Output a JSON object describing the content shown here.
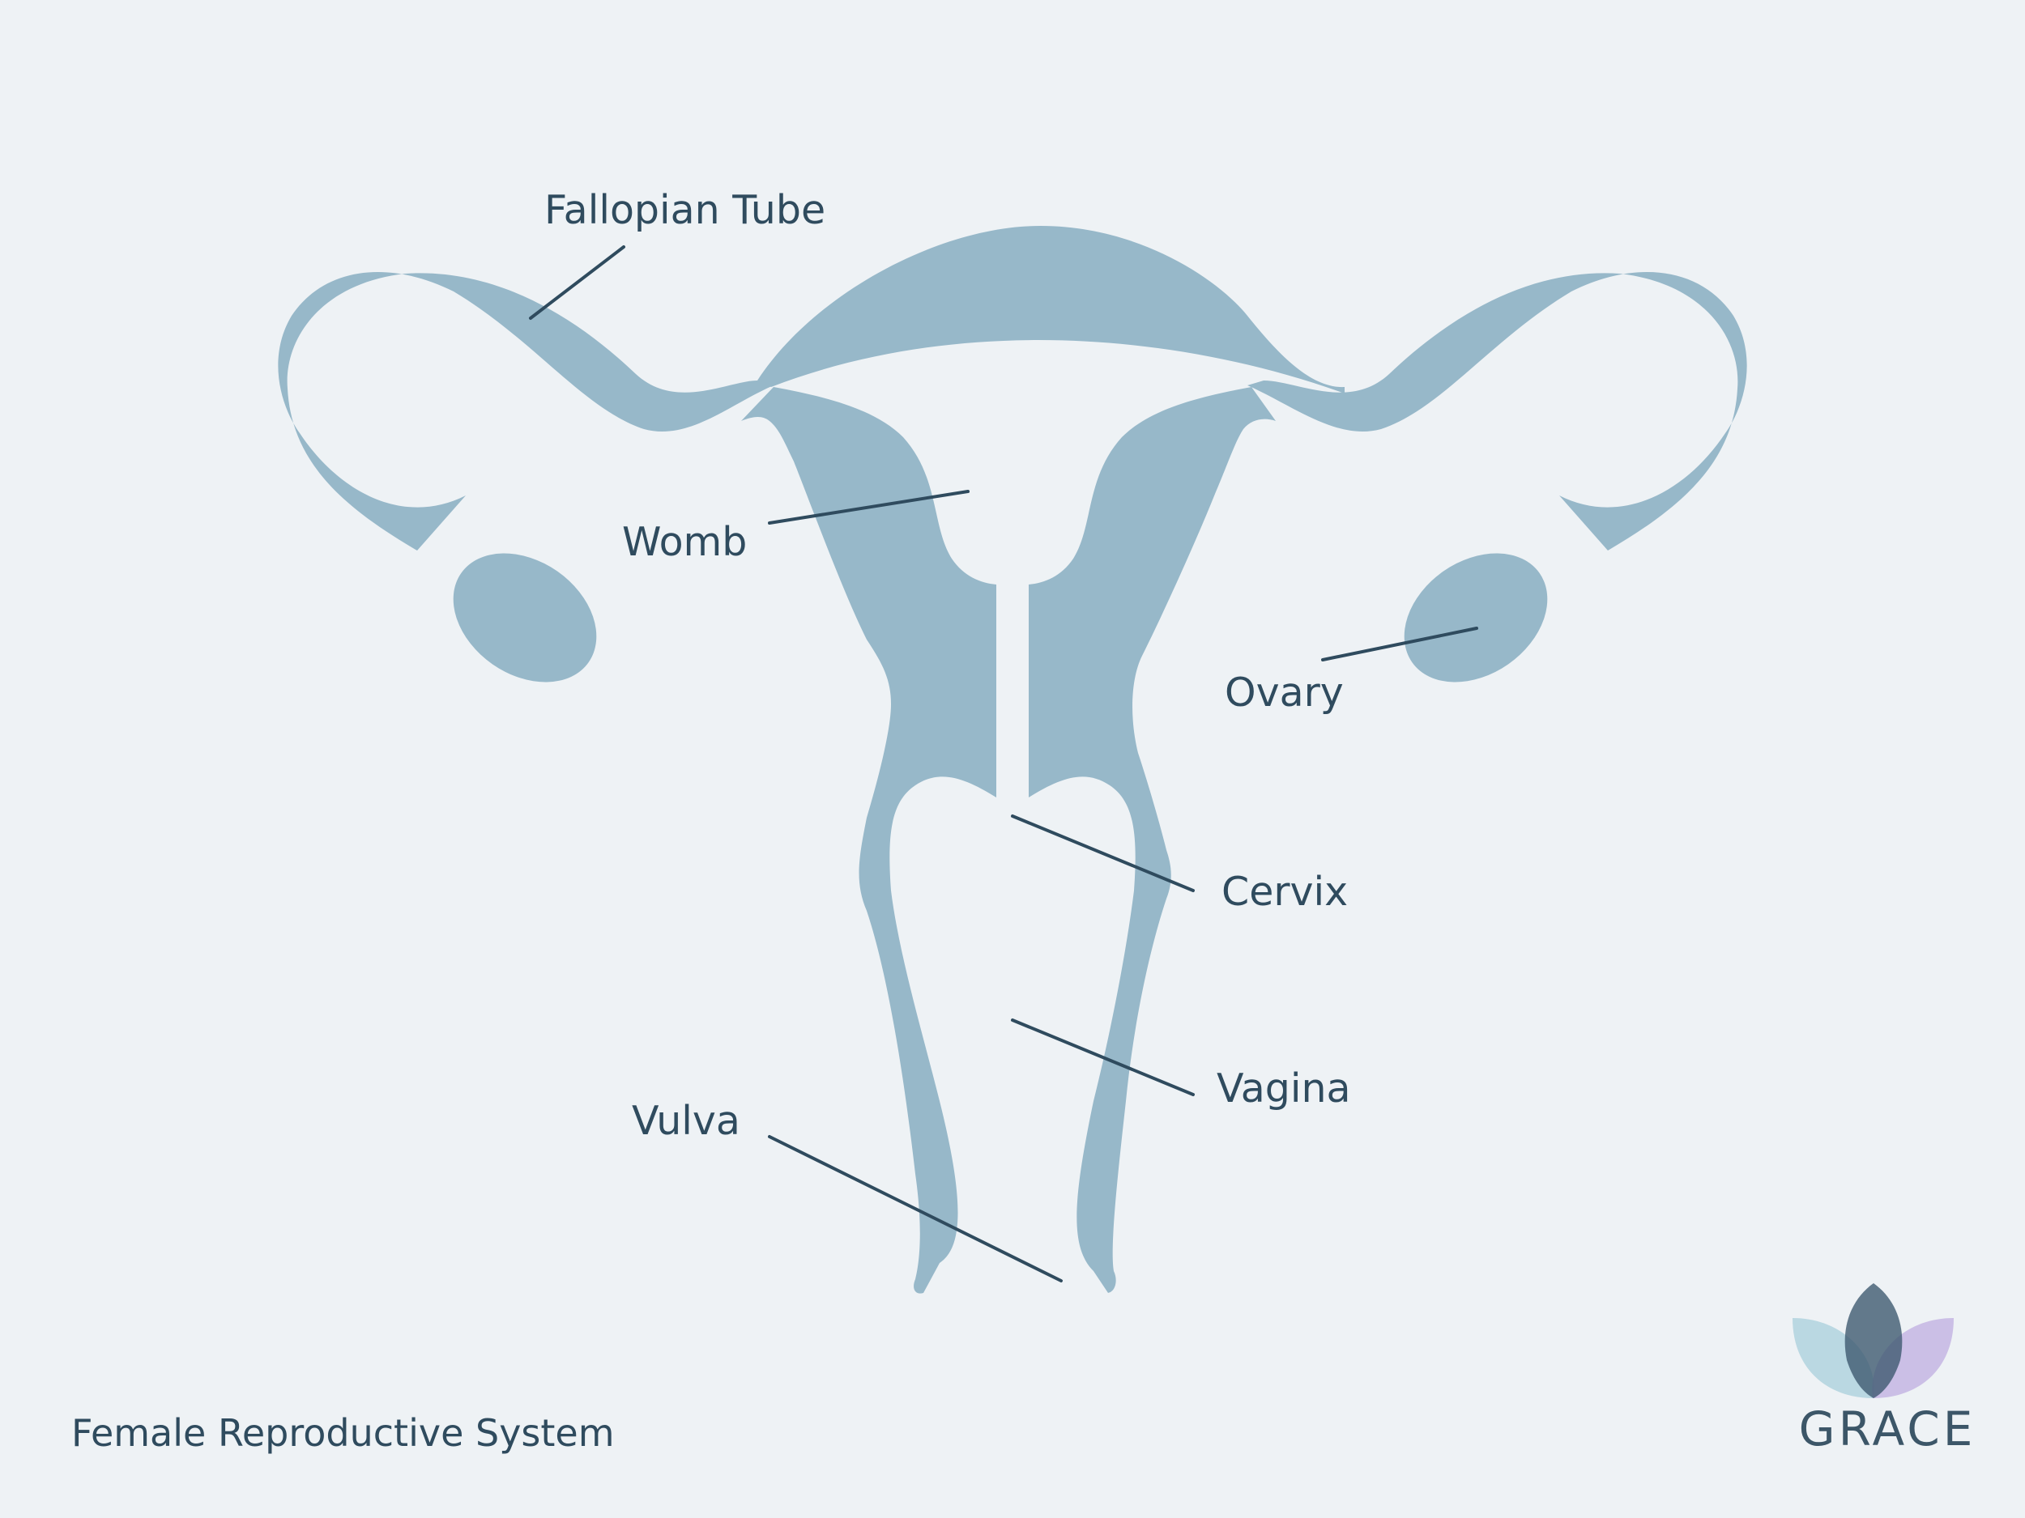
{
  "diagram": {
    "labels": {
      "fallopian_tube": "Fallopian Tube",
      "womb": "Womb",
      "ovary": "Ovary",
      "cervix": "Cervix",
      "vagina": "Vagina",
      "vulva": "Vulva"
    },
    "caption": "Female Reproductive System",
    "brand": "GRACE"
  },
  "colors": {
    "background": "#eef2f5",
    "organ": "#97b8c9",
    "leader_line": "#2f4b5e",
    "text": "#2f4b5e",
    "logo_light_blue": "#a8cfdb",
    "logo_dark": "#3f5a70",
    "logo_lilac": "#bfaee0"
  }
}
